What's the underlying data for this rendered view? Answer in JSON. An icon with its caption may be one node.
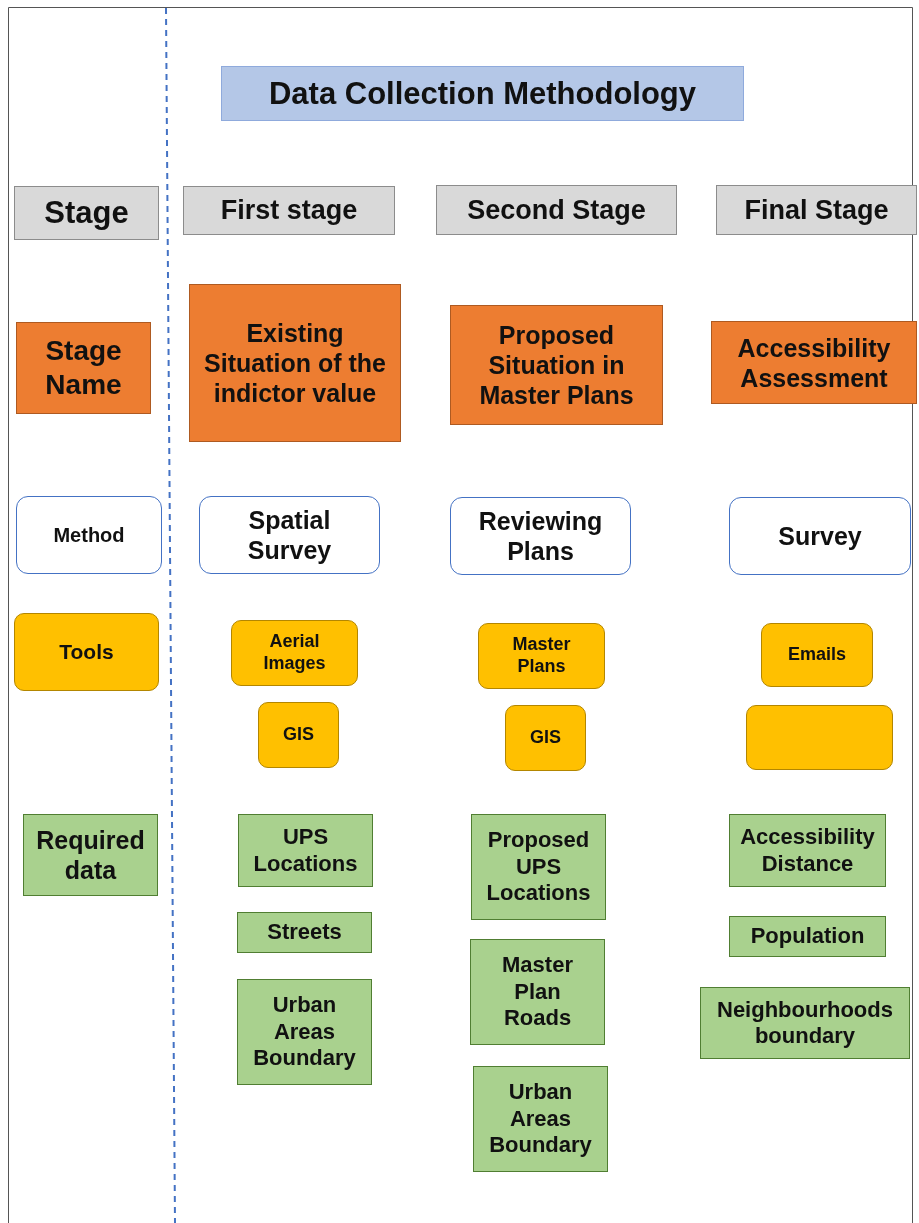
{
  "diagram": {
    "title": "Data Collection Methodology",
    "nodes": [
      {
        "text": [
          "Stage"
        ]
      },
      {
        "text": [
          "First stage"
        ]
      },
      {
        "text": [
          "Second Stage"
        ]
      },
      {
        "text": [
          "Final Stage"
        ]
      },
      {
        "text": [
          "Stage Name"
        ]
      },
      {
        "text": [
          "Existing Situation of the indictor value"
        ]
      },
      {
        "text": [
          "Proposed Situation in Master Plans"
        ]
      },
      {
        "text": [
          "Accessibility Assessment"
        ]
      },
      {
        "text": [
          "Method"
        ]
      },
      {
        "text": [
          "Spatial Survey"
        ]
      },
      {
        "text": [
          "Reviewing Plans"
        ]
      },
      {
        "text": [
          "Survey"
        ]
      },
      {
        "text": [
          "Tools"
        ]
      },
      {
        "text": [
          "Aerial Images"
        ]
      },
      {
        "text": [
          "GIS"
        ]
      },
      {
        "text": [
          "Master Plans"
        ]
      },
      {
        "text": [
          "GIS"
        ]
      },
      {
        "text": [
          "Emails"
        ]
      },
      {
        "text": [],
        "shape": "box"
      },
      {
        "text": [
          "Required data"
        ]
      },
      {
        "text": [
          "UPS Locations"
        ]
      },
      {
        "text": [
          "Streets"
        ]
      },
      {
        "text": [
          "Urban Areas Boundary"
        ]
      },
      {
        "text": [
          "Proposed UPS Locations"
        ]
      },
      {
        "text": [
          "Master Plan Roads"
        ]
      },
      {
        "text": [
          "Urban Areas Boundary"
        ]
      },
      {
        "text": [
          "Accessibility Distance"
        ]
      },
      {
        "text": [
          "Population"
        ]
      },
      {
        "text": [
          "Neighbourhoods boundary"
        ]
      }
    ]
  }
}
